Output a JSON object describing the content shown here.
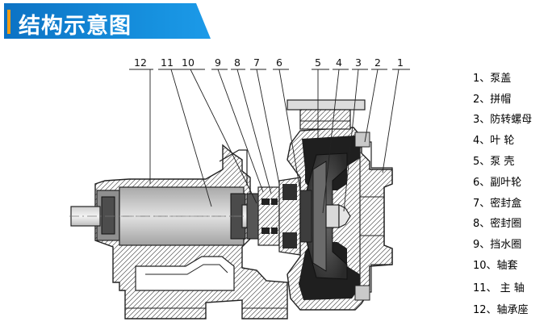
{
  "header": {
    "title": "结构示意图",
    "accent_color": "#f39c12",
    "band_color": "#1690de"
  },
  "callouts": [
    "12",
    "11",
    "10",
    "9",
    "8",
    "7",
    "6",
    "5",
    "4",
    "3",
    "2",
    "1"
  ],
  "legend": [
    "1、泵盖",
    "2、拼帽",
    "3、防转螺母",
    "4、叶 轮",
    "5、泵 壳",
    "6、副叶轮",
    "7、密封盒",
    "8、密封圈",
    "9、挡水圈",
    "10、轴套",
    "11、 主 轴",
    "12、轴承座"
  ]
}
